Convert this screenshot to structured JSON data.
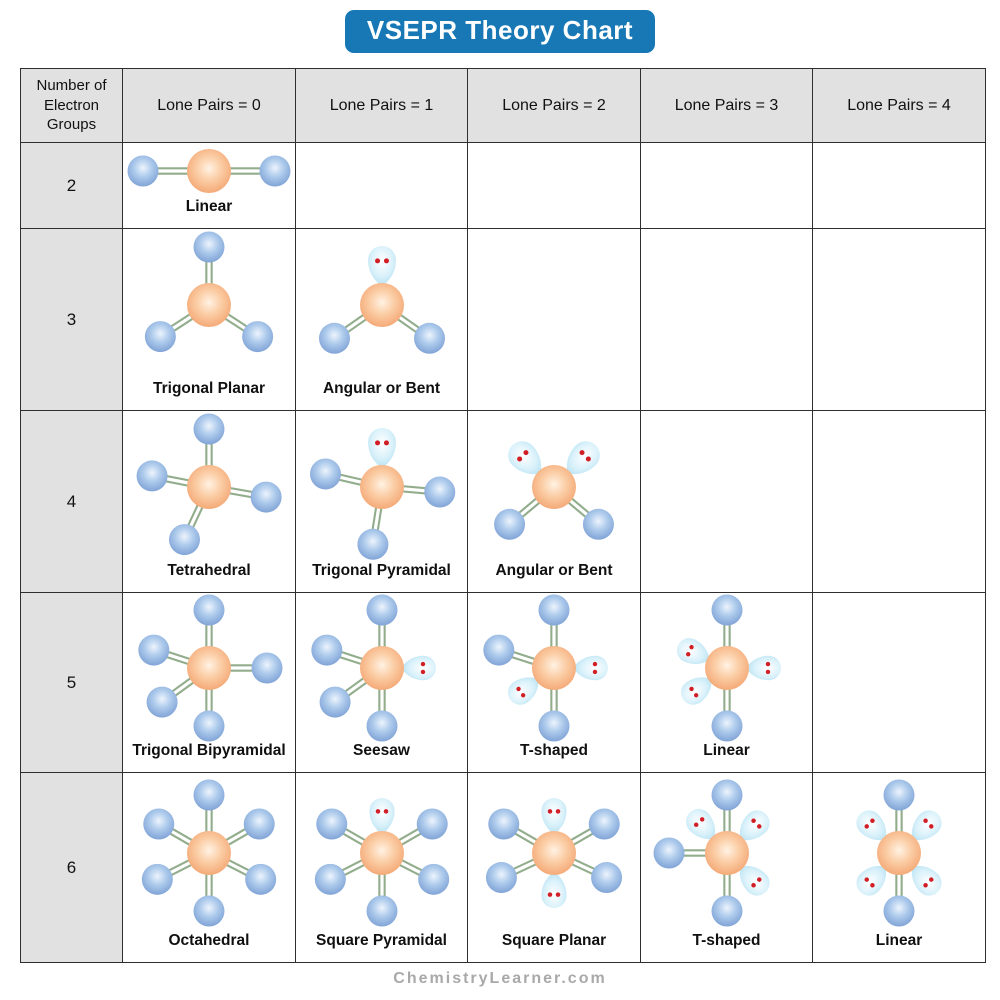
{
  "title": "VSEPR Theory Chart",
  "footer": "ChemistryLearner.com",
  "colors": {
    "title_bg": "#1878B5",
    "title_text": "#FFFFFF",
    "header_bg": "#E1E1E1",
    "border": "#2E2E2E",
    "bond_green": "#92AD8C",
    "bond_center": "#FFFFFF",
    "central_atom_edge": "#F3A26E",
    "central_atom_light": "#FFF2E3",
    "outer_atom_edge": "#7B9FD4",
    "outer_atom_light": "#E9F2FC",
    "lone_pair_edge": "#AADCF0",
    "lone_pair_light": "#FFFFFF",
    "electron_dot": "#D21F26",
    "label_text": "#101010",
    "footer_text": "#A9A9A9"
  },
  "table": {
    "corner_header": "Number of\nElectron\nGroups",
    "column_headers": [
      "Lone Pairs = 0",
      "Lone Pairs = 1",
      "Lone Pairs = 2",
      "Lone Pairs = 3",
      "Lone Pairs = 4"
    ],
    "rows": [
      {
        "electron_groups": "2",
        "cells": [
          {
            "label": "Linear",
            "bonds": [
              90,
              270
            ],
            "lone_pairs": []
          },
          null,
          null,
          null,
          null
        ]
      },
      {
        "electron_groups": "3",
        "cells": [
          {
            "label": "Trigonal Planar",
            "bonds": [
              0,
              123,
              237
            ],
            "lone_pairs": []
          },
          {
            "label": "Angular or Bent",
            "bonds": [
              125,
              235
            ],
            "lone_pairs": [
              0
            ]
          },
          null,
          null,
          null
        ]
      },
      {
        "electron_groups": "4",
        "cells": [
          {
            "label": "Tetrahedral",
            "bonds": [
              0,
              100,
              205,
              281
            ],
            "lone_pairs": []
          },
          {
            "label": "Trigonal Pyramidal",
            "bonds": [
              95,
              189,
              283
            ],
            "lone_pairs": [
              0
            ]
          },
          {
            "label": "Angular or Bent",
            "bonds": [
              130,
              230
            ],
            "lone_pairs": [
              45,
              315
            ]
          },
          null,
          null
        ]
      },
      {
        "electron_groups": "5",
        "cells": [
          {
            "label": "Trigonal Bipyramidal",
            "bonds": [
              0,
              90,
              180,
              234,
              288
            ],
            "lone_pairs": []
          },
          {
            "label": "Seesaw",
            "bonds": [
              0,
              180,
              234,
              288
            ],
            "lone_pairs": [
              90
            ]
          },
          {
            "label": "T-shaped",
            "bonds": [
              0,
              180,
              288
            ],
            "lone_pairs": [
              90,
              234
            ]
          },
          {
            "label": "Linear",
            "bonds": [
              0,
              180
            ],
            "lone_pairs": [
              90,
              234,
              295
            ]
          },
          null
        ]
      },
      {
        "electron_groups": "6",
        "cells": [
          {
            "label": "Octahedral",
            "bonds": [
              0,
              60,
              117,
              180,
              243,
              300
            ],
            "lone_pairs": []
          },
          {
            "label": "Square Pyramidal",
            "bonds": [
              60,
              117,
              180,
              243,
              300
            ],
            "lone_pairs": [
              0
            ]
          },
          {
            "label": "Square Planar",
            "bonds": [
              60,
              115,
              245,
              300
            ],
            "lone_pairs": [
              0,
              180
            ]
          },
          {
            "label": "T-shaped",
            "bonds": [
              0,
              180,
              270
            ],
            "lone_pairs": [
              45,
              135,
              318
            ]
          },
          {
            "label": "Linear",
            "bonds": [
              0,
              180
            ],
            "lone_pairs": [
              45,
              135,
              225,
              315
            ]
          }
        ]
      }
    ]
  }
}
